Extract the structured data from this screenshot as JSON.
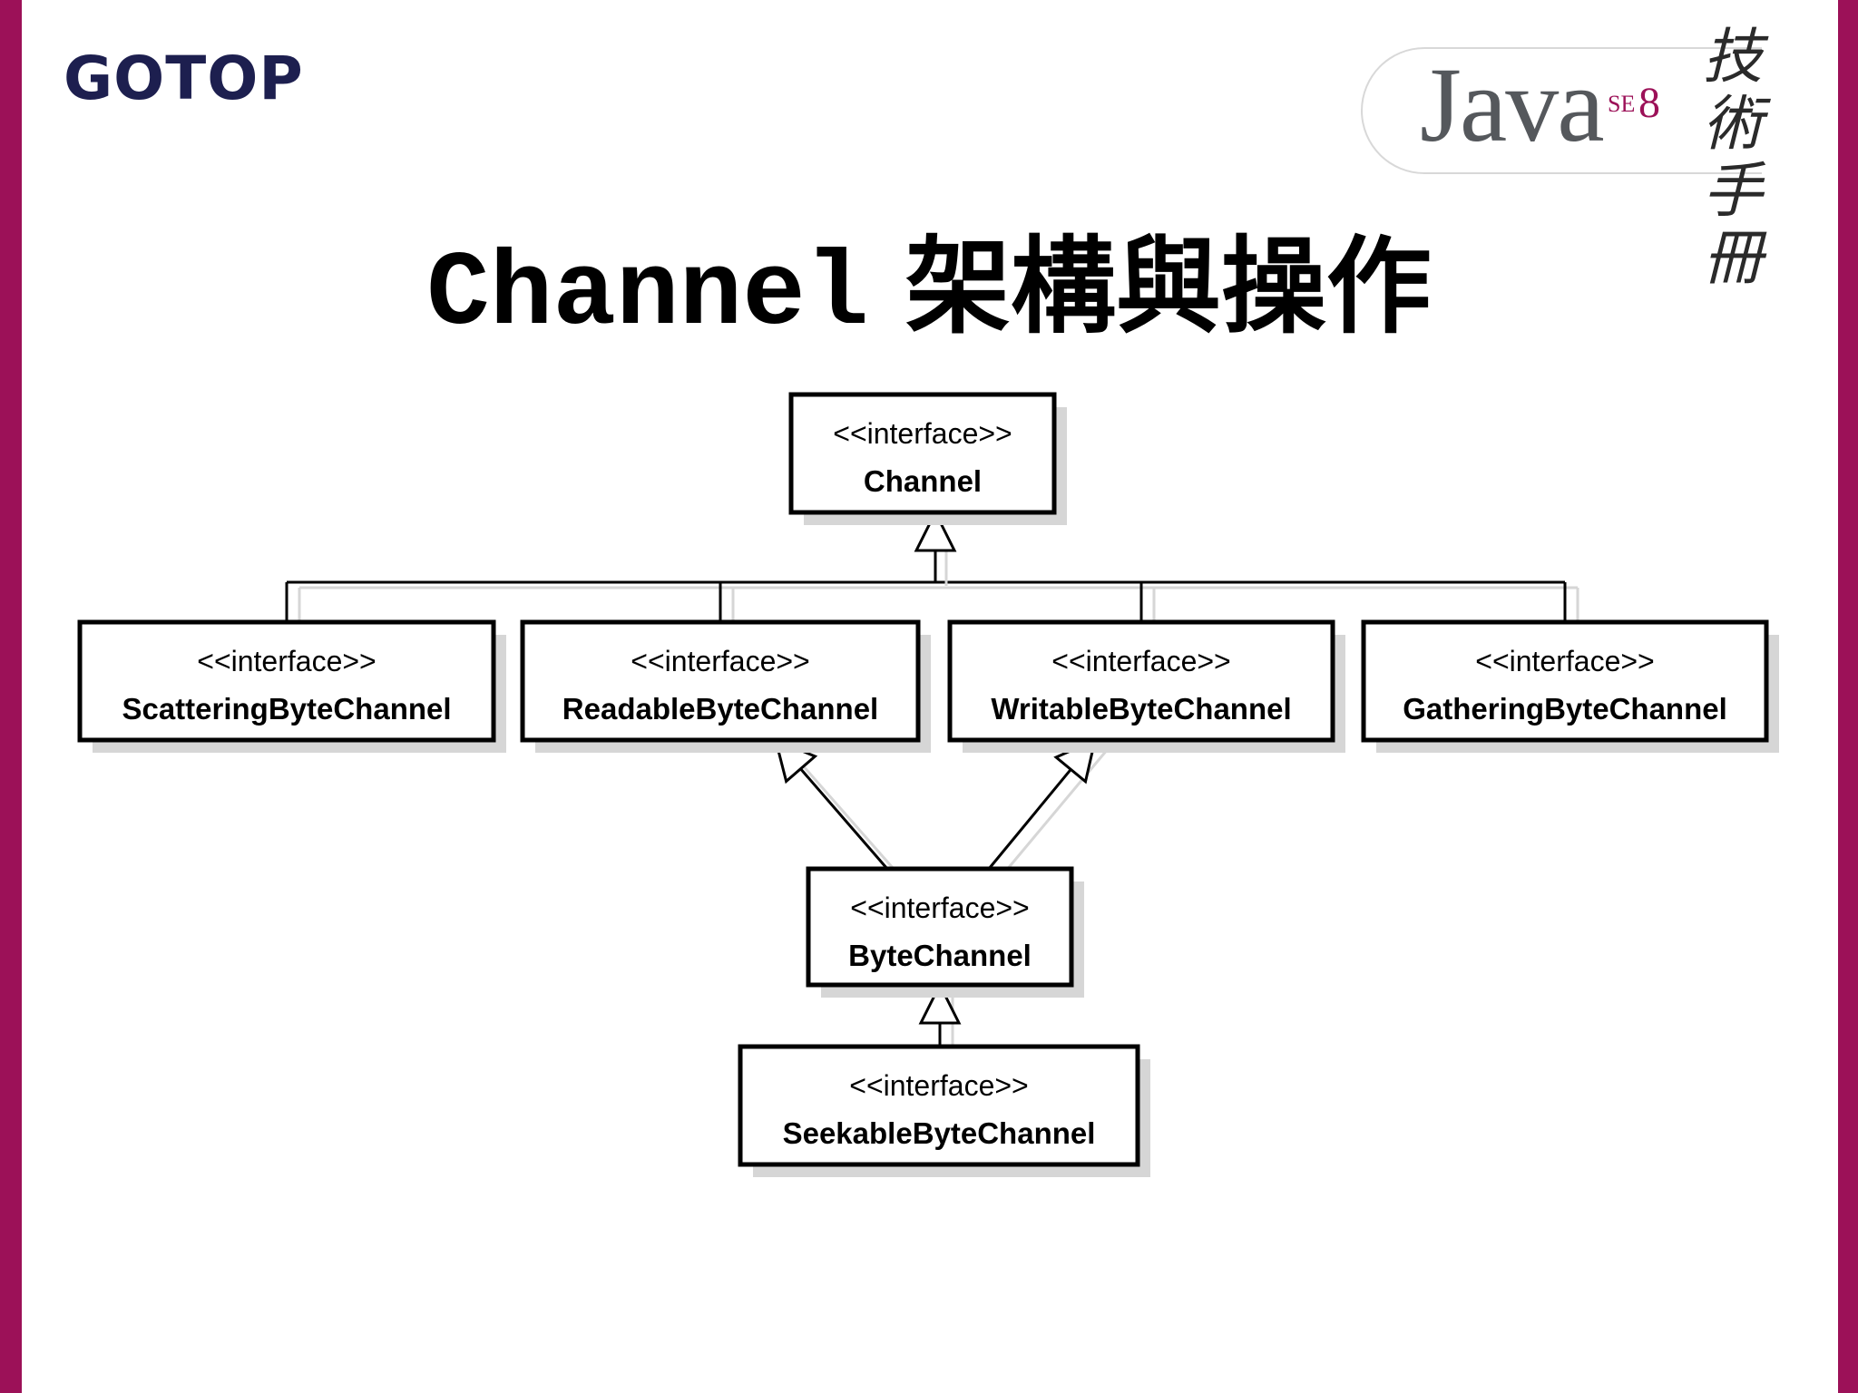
{
  "header": {
    "logo_text": "GOTOP",
    "badge": {
      "word": "Java",
      "se": "SE",
      "version": "8",
      "cjk": "技術手冊"
    }
  },
  "title": {
    "code": "Channel",
    "cjk": " 架構與操作"
  },
  "colors": {
    "side_bar": "#9c1158",
    "logo": "#1d1f4f",
    "box_border": "#000000",
    "box_shadow": "#d6d6d6"
  },
  "diagram": {
    "stereotype": "<<interface>>",
    "nodes": [
      {
        "id": "channel",
        "name": "Channel"
      },
      {
        "id": "scattering",
        "name": "ScatteringByteChannel"
      },
      {
        "id": "readable",
        "name": "ReadableByteChannel"
      },
      {
        "id": "writable",
        "name": "WritableByteChannel"
      },
      {
        "id": "gathering",
        "name": "GatheringByteChannel"
      },
      {
        "id": "byte",
        "name": "ByteChannel"
      },
      {
        "id": "seekable",
        "name": "SeekableByteChannel"
      }
    ],
    "edges": [
      {
        "from": "scattering",
        "to": "channel",
        "kind": "extends"
      },
      {
        "from": "readable",
        "to": "channel",
        "kind": "extends"
      },
      {
        "from": "writable",
        "to": "channel",
        "kind": "extends"
      },
      {
        "from": "gathering",
        "to": "channel",
        "kind": "extends"
      },
      {
        "from": "byte",
        "to": "readable",
        "kind": "extends"
      },
      {
        "from": "byte",
        "to": "writable",
        "kind": "extends"
      },
      {
        "from": "seekable",
        "to": "byte",
        "kind": "extends"
      }
    ]
  }
}
